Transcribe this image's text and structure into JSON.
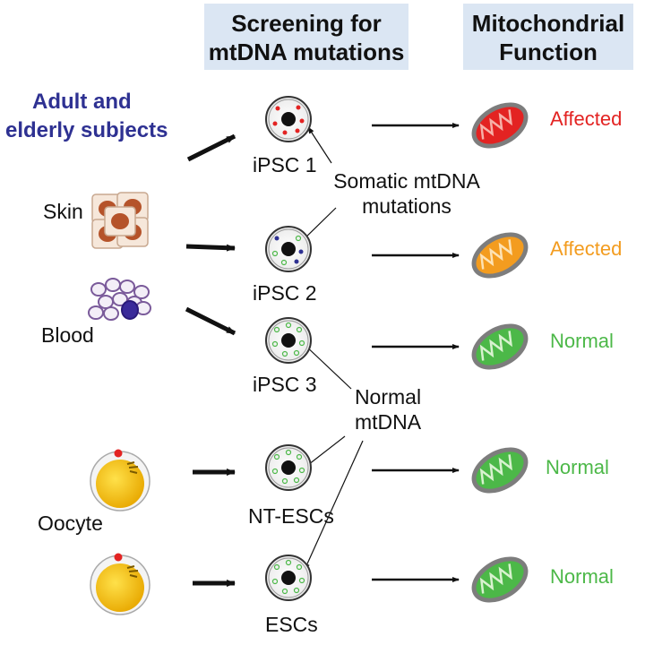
{
  "headers": {
    "screening_line1": "Screening for",
    "screening_line2": "mtDNA mutations",
    "function_line1": "Mitochondrial",
    "function_line2": "Function"
  },
  "subjects_line1": "Adult and",
  "subjects_line2": "elderly subjects",
  "sources": {
    "skin": "Skin",
    "blood": "Blood",
    "oocyte": "Oocyte"
  },
  "cells": {
    "ipsc1": "iPSC 1",
    "ipsc2": "iPSC 2",
    "ipsc3": "iPSC 3",
    "ntescs": "NT-ESCs",
    "escs": "ESCs"
  },
  "annotations": {
    "somatic_line1": "Somatic mtDNA",
    "somatic_line2": "mutations",
    "normal_line1": "Normal",
    "normal_line2": "mtDNA"
  },
  "status": {
    "row1": "Affected",
    "row2": "Affected",
    "row3": "Normal",
    "row4": "Normal",
    "row5": "Normal"
  },
  "colors": {
    "affected_red": "#e32322",
    "affected_orange": "#f39c1f",
    "normal_green": "#4cb848",
    "header_bg": "#dbe6f3",
    "title_blue": "#2e3192"
  }
}
